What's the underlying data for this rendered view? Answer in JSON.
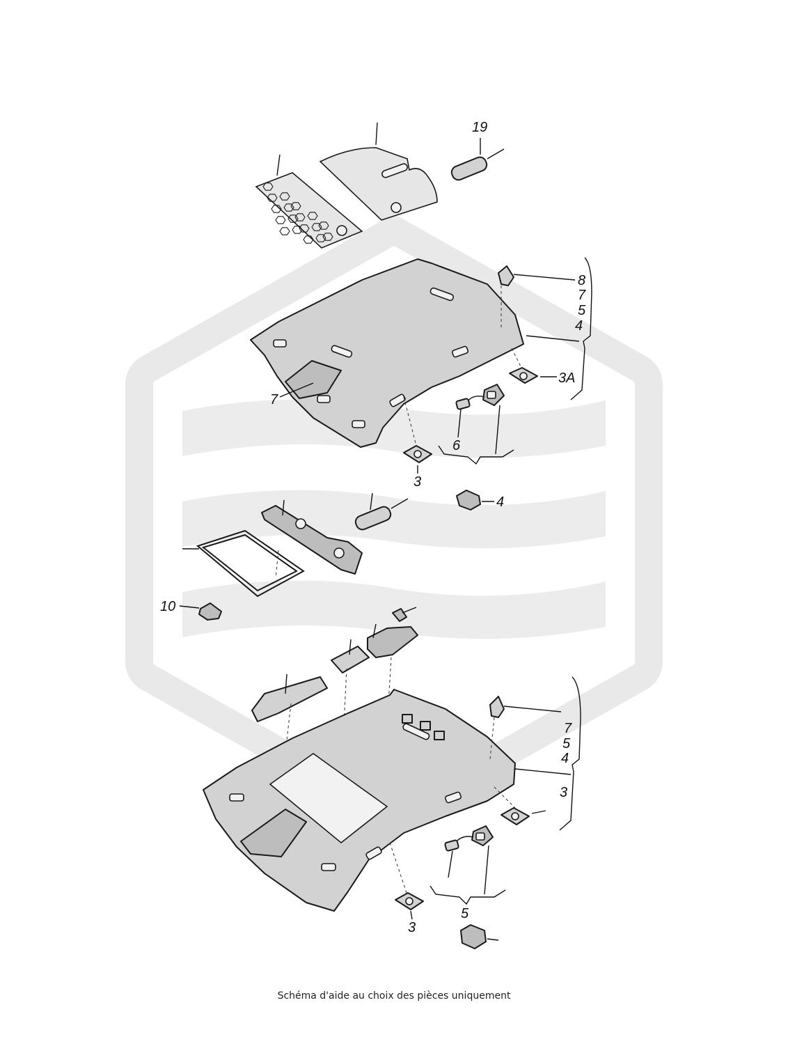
{
  "caption": "Schéma d'aide au choix des pièces uniquement",
  "labels": {
    "l19": "19",
    "l8": "8",
    "l7a": "7",
    "l5a": "5",
    "l4a": "4",
    "l3A": "3A",
    "l7b": "7",
    "l6": "6",
    "l3a": "3",
    "l4b": "4",
    "l10": "10",
    "l7c": "7",
    "l5b": "5",
    "l4c": "4",
    "l3b": "3",
    "l5c": "5",
    "l3c": "3"
  }
}
